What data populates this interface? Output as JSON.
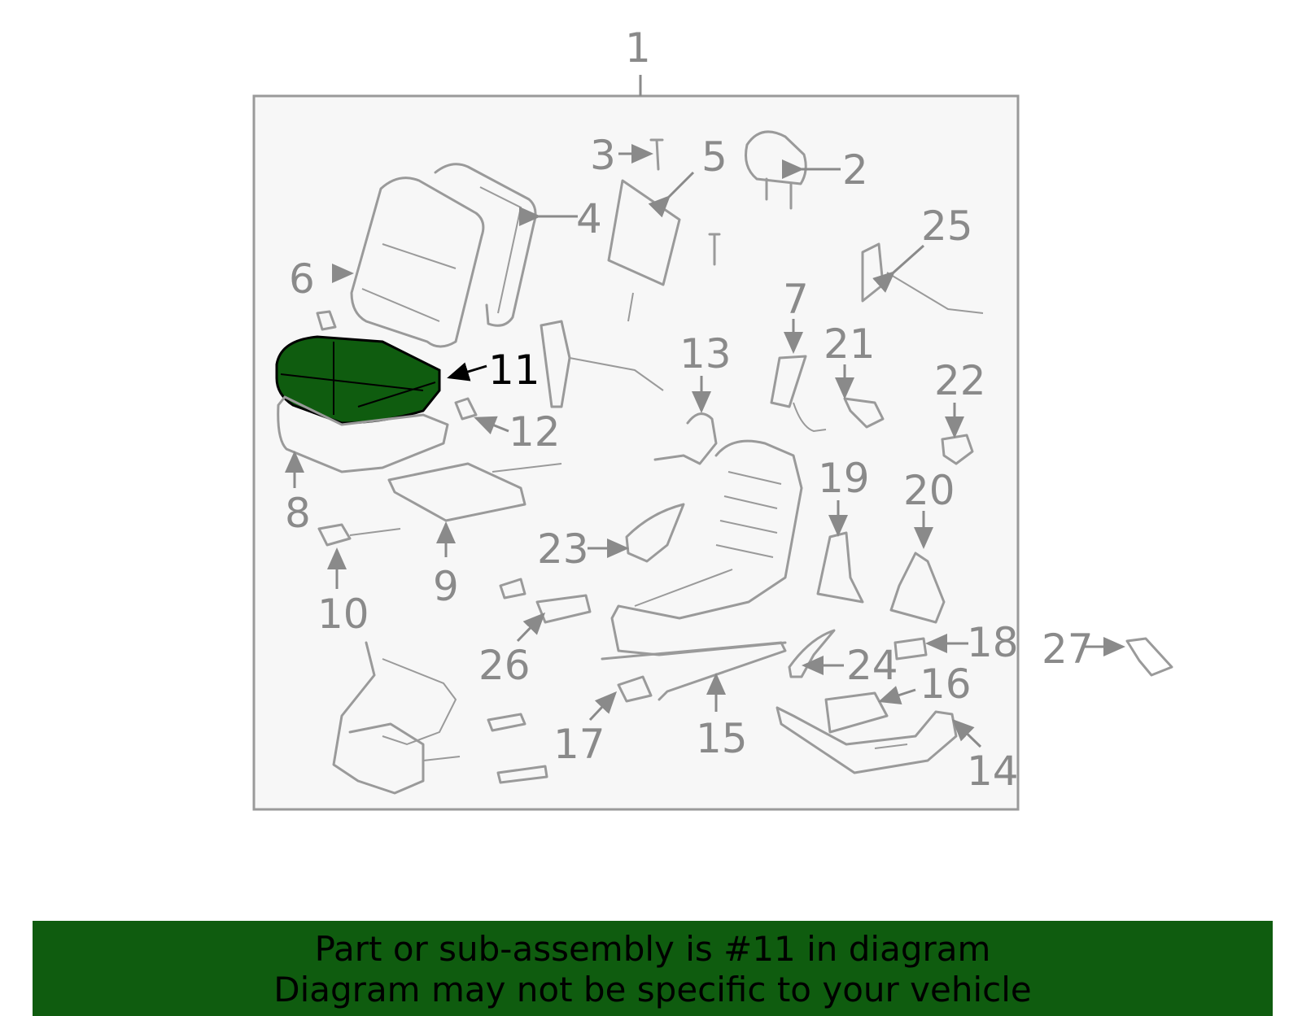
{
  "diagram": {
    "assembly_label": "1",
    "highlight_color": "#0f5c0f",
    "callouts": {
      "p2": "2",
      "p3": "3",
      "p4": "4",
      "p5": "5",
      "p6": "6",
      "p7": "7",
      "p8": "8",
      "p9": "9",
      "p10": "10",
      "p11": "11",
      "p12": "12",
      "p13": "13",
      "p14": "14",
      "p15": "15",
      "p16": "16",
      "p17": "17",
      "p18": "18",
      "p19": "19",
      "p20": "20",
      "p21": "21",
      "p22": "22",
      "p23": "23",
      "p24": "24",
      "p25": "25",
      "p26": "26",
      "p27": "27"
    }
  },
  "banner": {
    "line1": "Part or sub-assembly is #11 in diagram",
    "line2": "Diagram may not be specific to your vehicle"
  }
}
